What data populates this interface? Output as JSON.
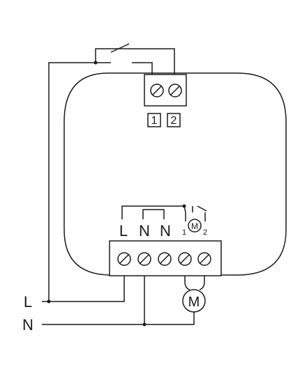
{
  "diagram": {
    "top_terminal_numbers": [
      "1",
      "2"
    ],
    "bottom_terminal_labels": [
      "L",
      "N",
      "N"
    ],
    "motor_switch_labels": [
      "1",
      "2"
    ],
    "motor_symbol_small": "M",
    "motor_symbol_large": "M",
    "supply_labels": {
      "line": "L",
      "neutral": "N"
    }
  }
}
